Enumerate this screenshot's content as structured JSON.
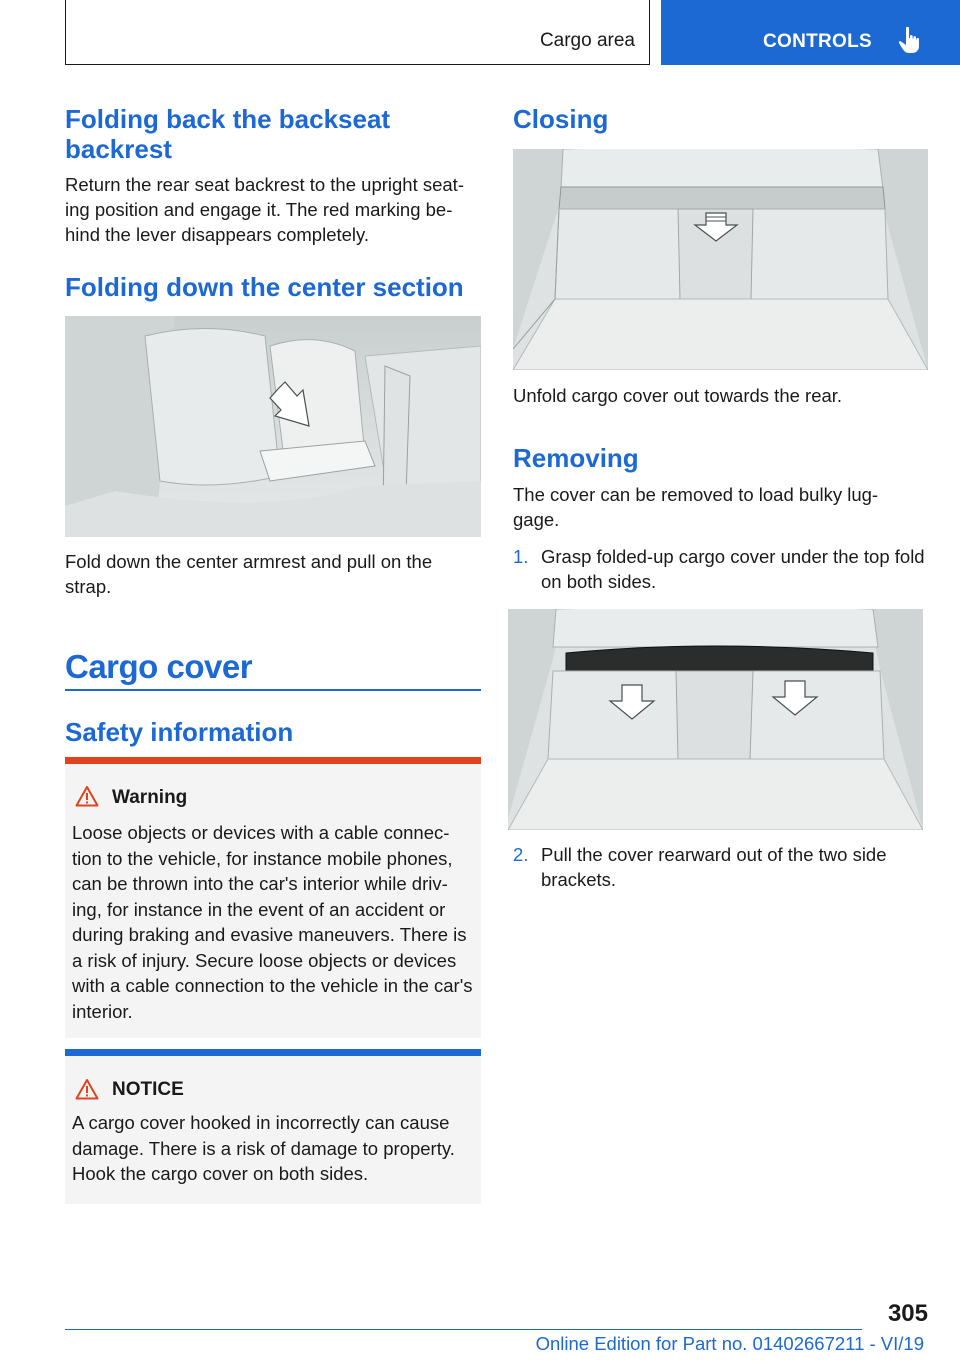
{
  "header": {
    "section": "Cargo area",
    "chapter": "CONTROLS"
  },
  "left": {
    "h_folding_back": "Folding back the backseat backrest",
    "p_folding_back": "Return the rear seat backrest to the upright seat-ing position and engage it. The red marking be-hind the lever disappears completely.",
    "h_center": "Folding down the center section",
    "p_center": "Fold down the center armrest and pull on the strap.",
    "h_cargo": "Cargo cover",
    "h_safety": "Safety information",
    "warning": {
      "title": "Warning",
      "text": "Loose objects or devices with a cable connec-tion to the vehicle, for instance mobile phones, can be thrown into the car's interior while driv-ing, for instance in the event of an accident or during braking and evasive maneuvers. There is a risk of injury. Secure loose objects or devices with a cable connection to the vehicle in the car's interior.",
      "color": "#e2431f"
    },
    "notice": {
      "title": "NOTICE",
      "text": "A cargo cover hooked in incorrectly can cause damage. There is a risk of damage to property. Hook the cargo cover on both sides.",
      "color": "#1c69d4"
    }
  },
  "right": {
    "h_closing": "Closing",
    "p_closing": "Unfold cargo cover out towards the rear.",
    "h_removing": "Removing",
    "p_removing": "The cover can be removed to load bulky lug-gage.",
    "steps": [
      {
        "num": "1.",
        "text": "Grasp folded-up cargo cover under the top fold on both sides."
      },
      {
        "num": "2.",
        "text": "Pull the cover rearward out of the two side brackets."
      }
    ]
  },
  "footer": {
    "page": "305",
    "edition": "Online Edition for Part no. 01402667211 - VI/19"
  },
  "colors": {
    "accent": "#1c69d4",
    "warning": "#e2431f",
    "box_bg": "#f4f4f4"
  }
}
